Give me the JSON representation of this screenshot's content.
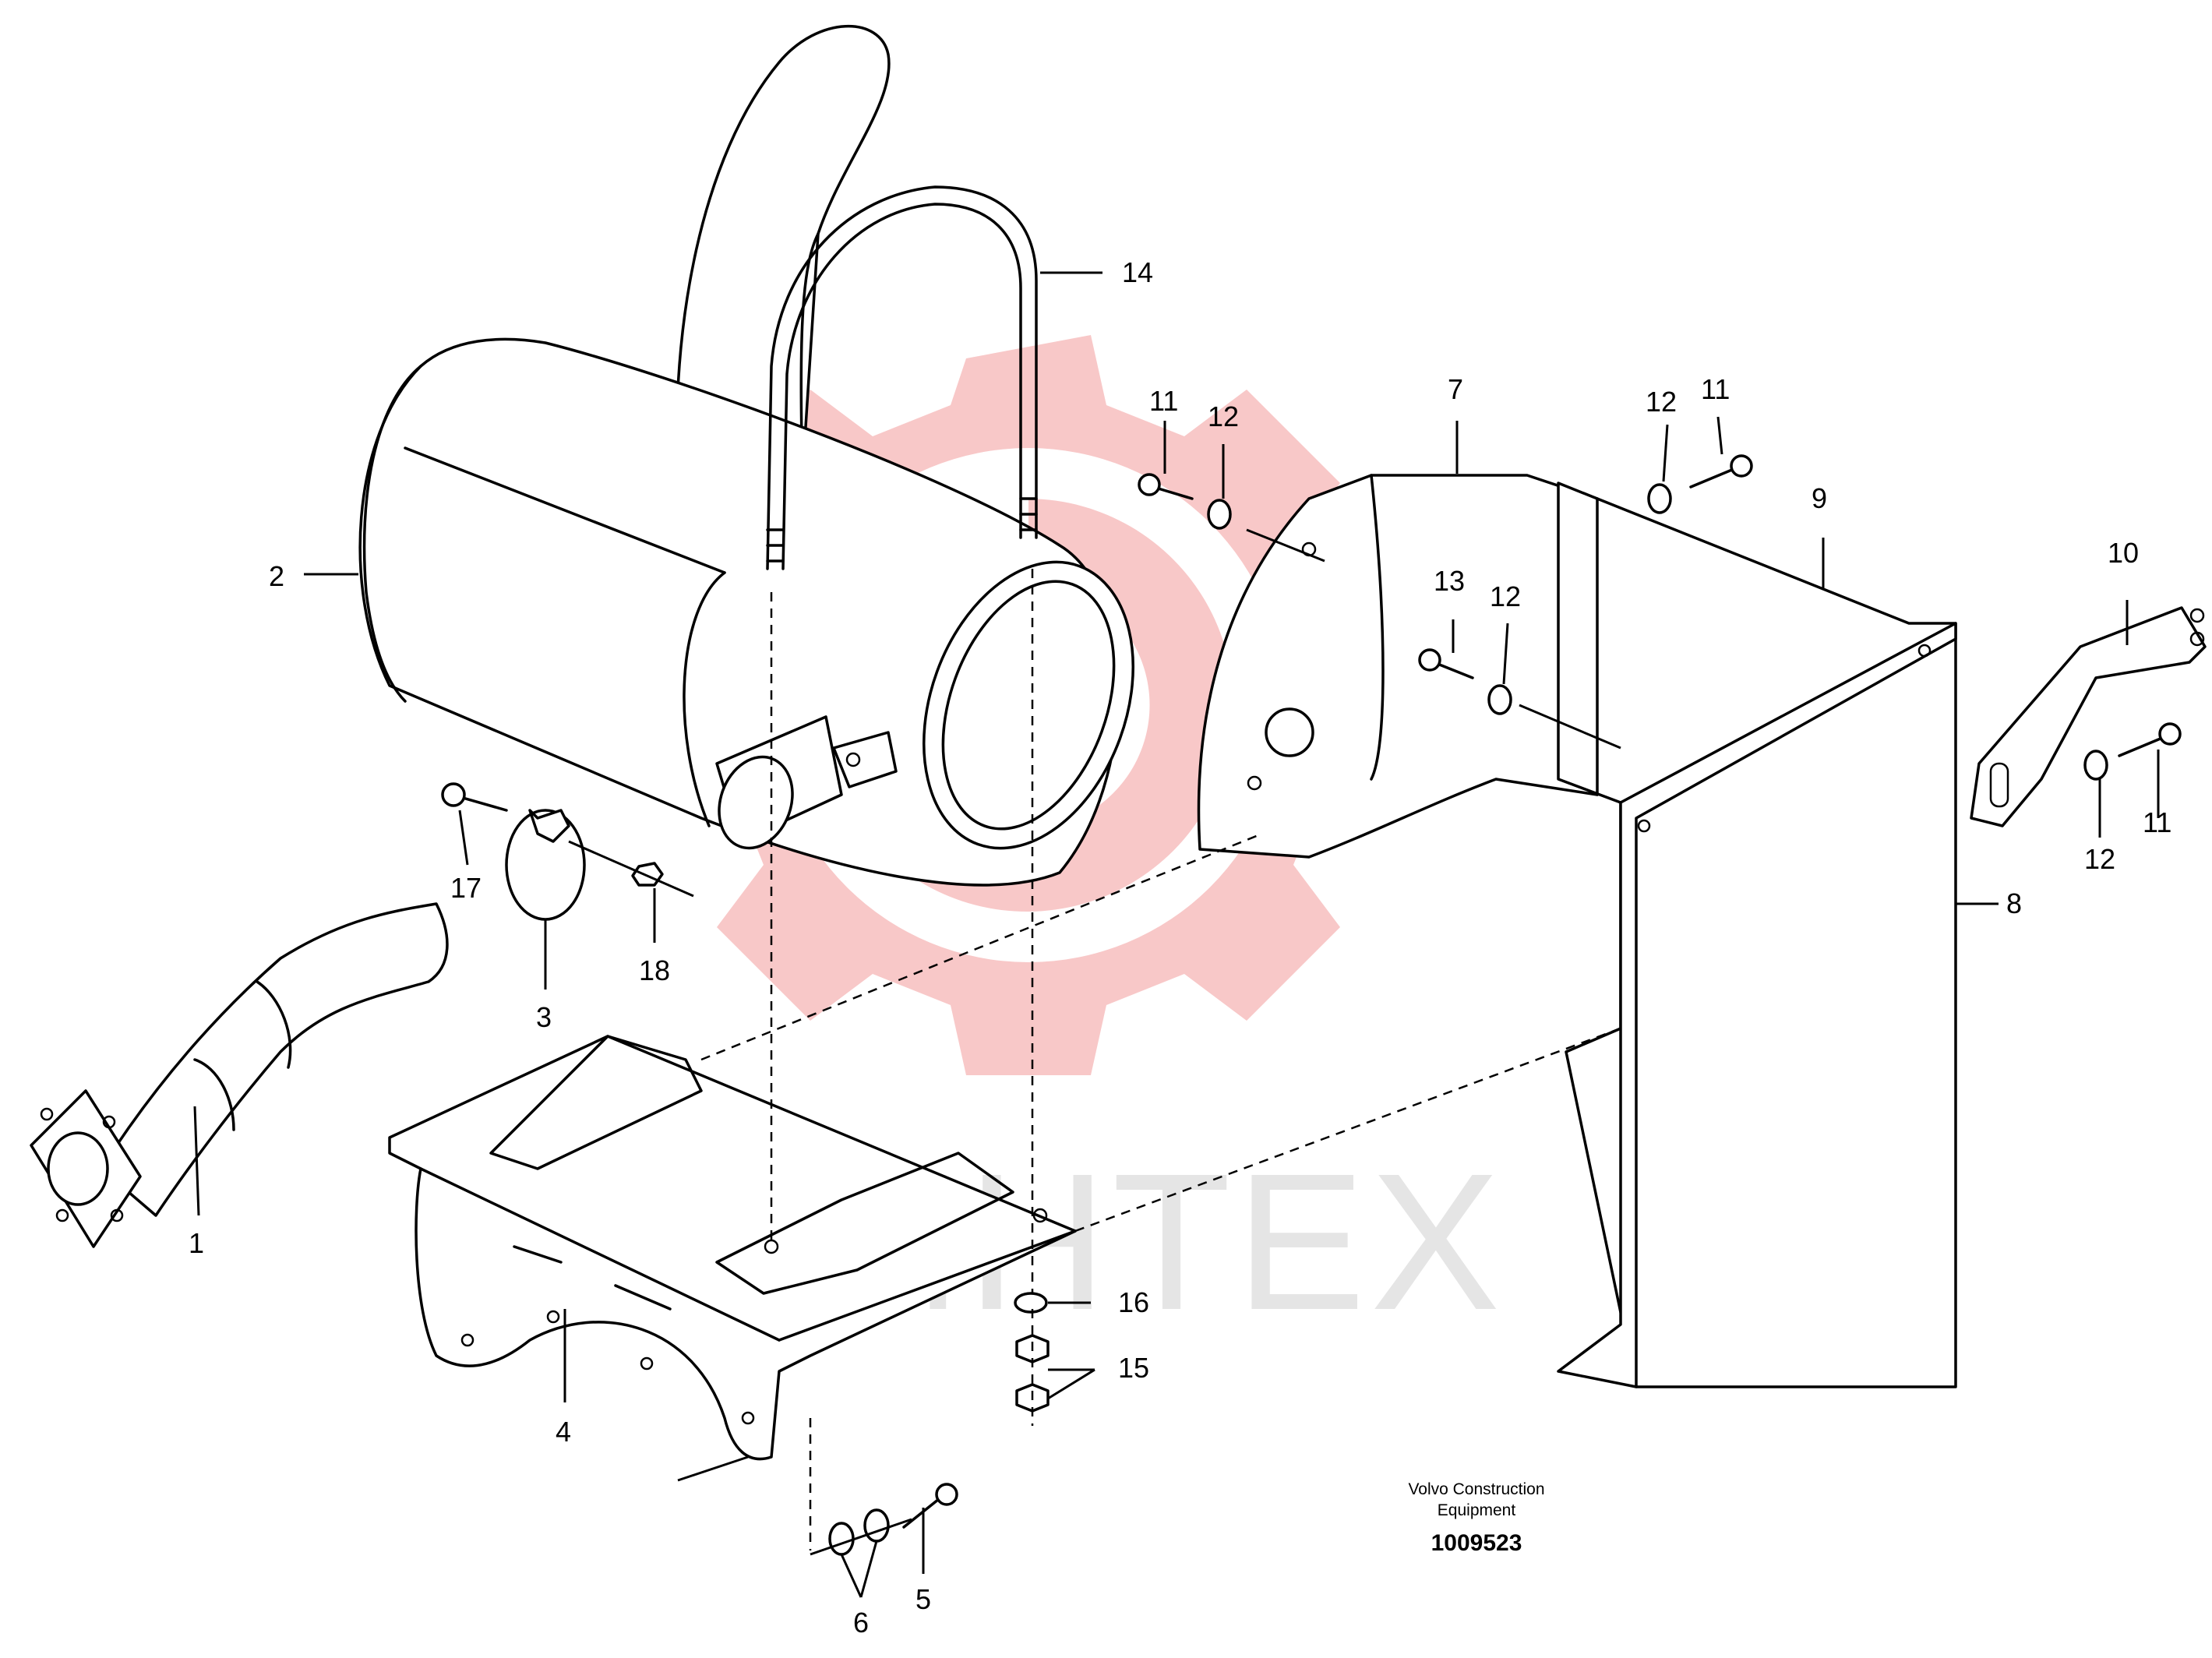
{
  "watermark": {
    "text": "ИНТЕХ",
    "gear_color": "#f4a0a0",
    "text_color": "#d8d8d8"
  },
  "callouts": {
    "c1": "1",
    "c2": "2",
    "c3": "3",
    "c4": "4",
    "c5": "5",
    "c6": "6",
    "c7": "7",
    "c8": "8",
    "c9": "9",
    "c10": "10",
    "c11a": "11",
    "c11b": "11",
    "c11c": "11",
    "c12a": "12",
    "c12b": "12",
    "c12c": "12",
    "c12d": "12",
    "c13": "13",
    "c14": "14",
    "c15": "15",
    "c16": "16",
    "c17": "17",
    "c18": "18"
  },
  "credit": {
    "line1": "Volvo Construction",
    "line2": "Equipment",
    "part_number": "1009523"
  }
}
